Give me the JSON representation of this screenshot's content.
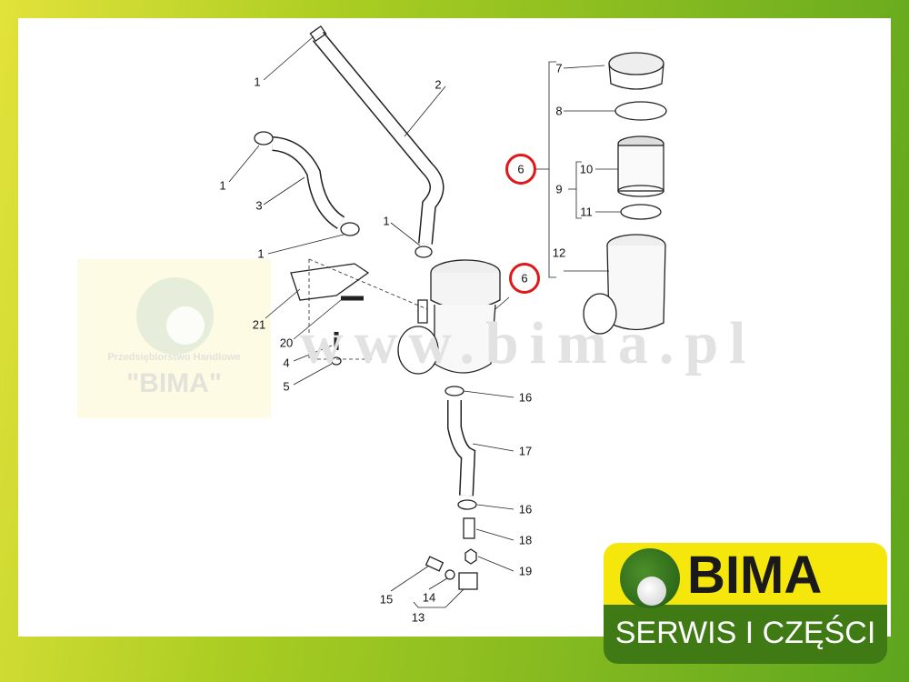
{
  "callouts": [
    "1",
    "2",
    "1",
    "3",
    "1",
    "1",
    "21",
    "20",
    "4",
    "5",
    "6",
    "6",
    "7",
    "8",
    "9",
    "10",
    "11",
    "12",
    "16",
    "17",
    "16",
    "18",
    "19",
    "15",
    "14",
    "13"
  ],
  "highlighted_part": "6",
  "watermark": "www.bima.pl",
  "old_logo": {
    "line1": "Przedsiębiorstwo Handlowe",
    "line2": "\"BIMA\""
  },
  "badge": {
    "brand": "BIMA",
    "tagline": "SERWIS I CZĘŚCI"
  },
  "colors": {
    "highlight": "#e01818",
    "badge_yellow": "#f5e60c",
    "badge_green": "#3f7a15"
  }
}
